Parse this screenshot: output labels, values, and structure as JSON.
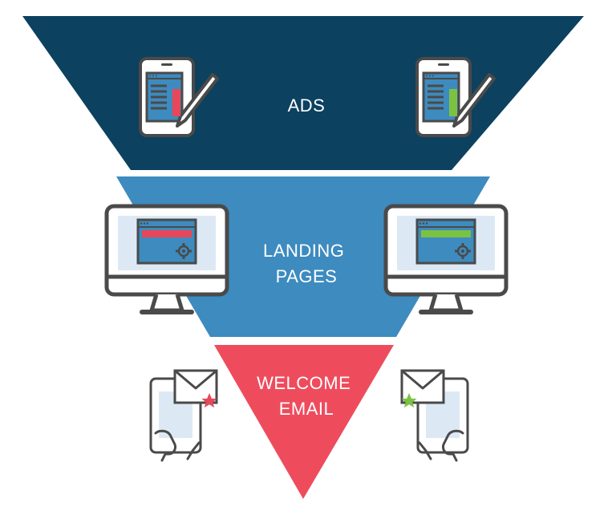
{
  "funnel": {
    "stages": [
      {
        "id": "ads",
        "lines": [
          "ADS"
        ],
        "color": "#0c4160"
      },
      {
        "id": "landing-pages",
        "lines": [
          "LANDING",
          "PAGES"
        ],
        "color": "#3d8bbf"
      },
      {
        "id": "welcome-email",
        "lines": [
          "WELCOME",
          "EMAIL"
        ],
        "color": "#ee4c5d"
      }
    ]
  },
  "colors": {
    "outline": "#4a4a4a",
    "red_accent": "#e8475a",
    "green_accent": "#7cc242",
    "screen_blue": "#3d8bbf",
    "light_blue": "#dce9f5"
  },
  "icons": {
    "tablet_left": "tablet-pen-red-icon",
    "tablet_right": "tablet-pen-green-icon",
    "monitor_left": "monitor-red-icon",
    "monitor_right": "monitor-green-icon",
    "phone_left": "phone-email-red-star-icon",
    "phone_right": "phone-email-green-star-icon"
  }
}
